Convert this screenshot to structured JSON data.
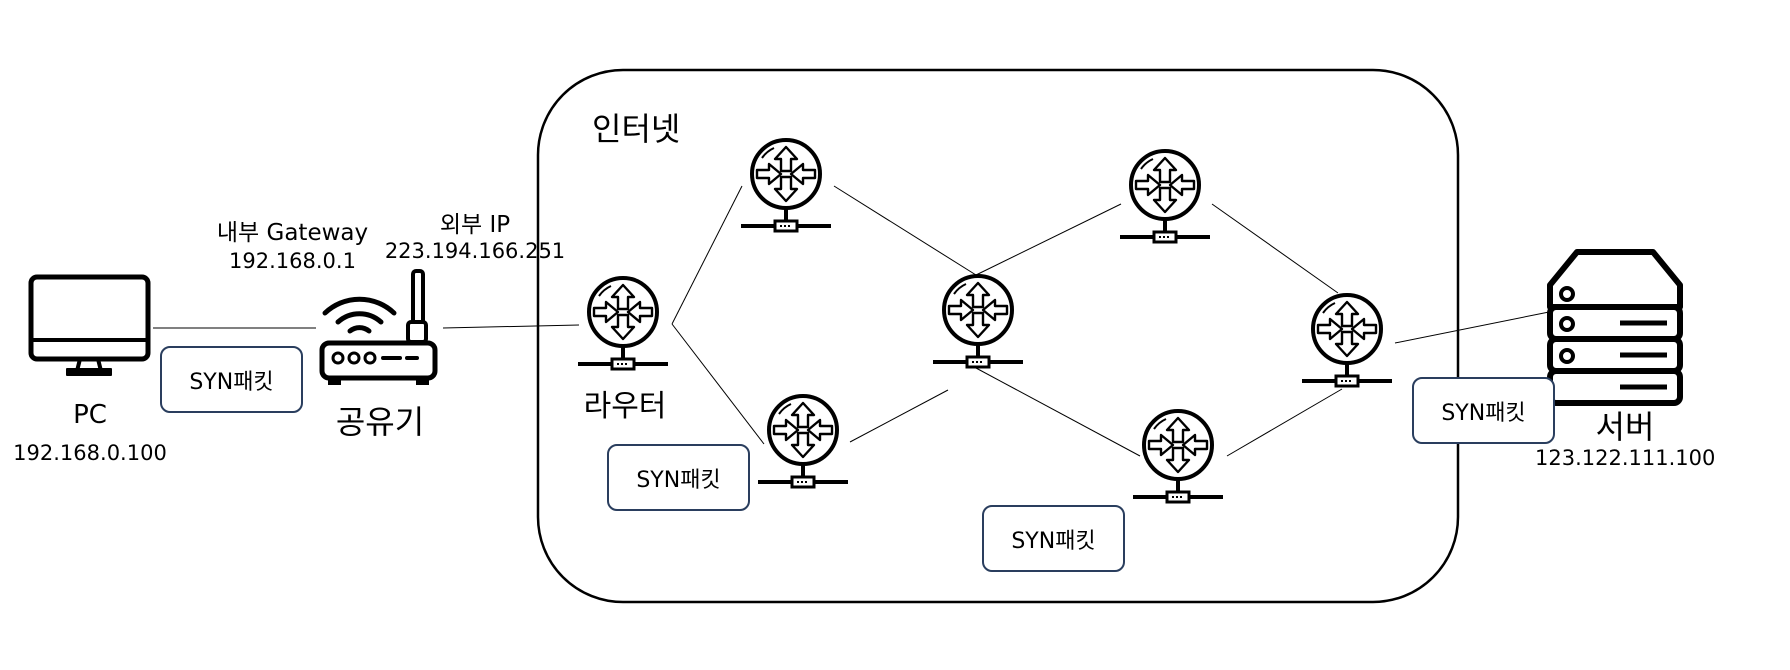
{
  "internet": {
    "label": "인터넷"
  },
  "pc": {
    "label": "PC",
    "ip": "192.168.0.100"
  },
  "gateway": {
    "internal_label": "내부 Gateway",
    "internal_ip": "192.168.0.1",
    "external_label": "외부 IP",
    "external_ip": "223.194.166.251",
    "name": "공유기"
  },
  "first_router": {
    "label": "라우터"
  },
  "server": {
    "label": "서버",
    "ip": "123.122.111.100"
  },
  "packets": [
    "SYN패킷",
    "SYN패킷",
    "SYN패킷",
    "SYN패킷"
  ],
  "icons": {
    "pc": "monitor-icon",
    "gateway": "wifi-router-icon",
    "router": "router-icon",
    "server": "server-icon"
  },
  "colors": {
    "packet_border": "#2a3e5e",
    "stroke": "#000000"
  }
}
